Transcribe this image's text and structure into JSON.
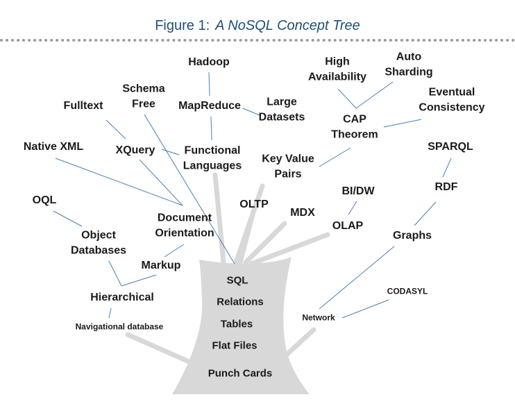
{
  "figure": {
    "number": "Figure 1:",
    "name": "A NoSQL Concept Tree"
  },
  "colors": {
    "title": "#1f4e79",
    "line": "#4a7fb5",
    "trunk": "#d8d8d8",
    "text": "#1a1a1a"
  },
  "trunk_labels": [
    "SQL",
    "Relations",
    "Tables",
    "Flat Files",
    "Punch Cards"
  ],
  "nodes": [
    {
      "id": "hadoop",
      "text": "Hadoop"
    },
    {
      "id": "high-availability",
      "text": "High\nAvailability"
    },
    {
      "id": "auto-sharding",
      "text": "Auto\nSharding"
    },
    {
      "id": "schema-free",
      "text": "Schema\nFree"
    },
    {
      "id": "mapreduce",
      "text": "MapReduce"
    },
    {
      "id": "large-datasets",
      "text": "Large\nDatasets"
    },
    {
      "id": "eventual-consistency",
      "text": "Eventual\nConsistency"
    },
    {
      "id": "fulltext",
      "text": "Fulltext"
    },
    {
      "id": "cap-theorem",
      "text": "CAP\nTheorem"
    },
    {
      "id": "native-xml",
      "text": "Native XML"
    },
    {
      "id": "xquery",
      "text": "XQuery"
    },
    {
      "id": "functional-languages",
      "text": "Functional\nLanguages"
    },
    {
      "id": "key-value-pairs",
      "text": "Key Value\nPairs"
    },
    {
      "id": "sparql",
      "text": "SPARQL"
    },
    {
      "id": "rdf",
      "text": "RDF"
    },
    {
      "id": "bi-dw",
      "text": "BI/DW"
    },
    {
      "id": "oql",
      "text": "OQL"
    },
    {
      "id": "oltp",
      "text": "OLTP"
    },
    {
      "id": "mdx",
      "text": "MDX"
    },
    {
      "id": "olap",
      "text": "OLAP"
    },
    {
      "id": "document-orientation",
      "text": "Document\nOrientation"
    },
    {
      "id": "object-databases",
      "text": "Object\nDatabases"
    },
    {
      "id": "graphs",
      "text": "Graphs"
    },
    {
      "id": "markup",
      "text": "Markup"
    },
    {
      "id": "codasyl",
      "text": "CODASYL"
    },
    {
      "id": "hierarchical",
      "text": "Hierarchical"
    },
    {
      "id": "network",
      "text": "Network"
    },
    {
      "id": "navigational-database",
      "text": "Navigational database"
    }
  ]
}
